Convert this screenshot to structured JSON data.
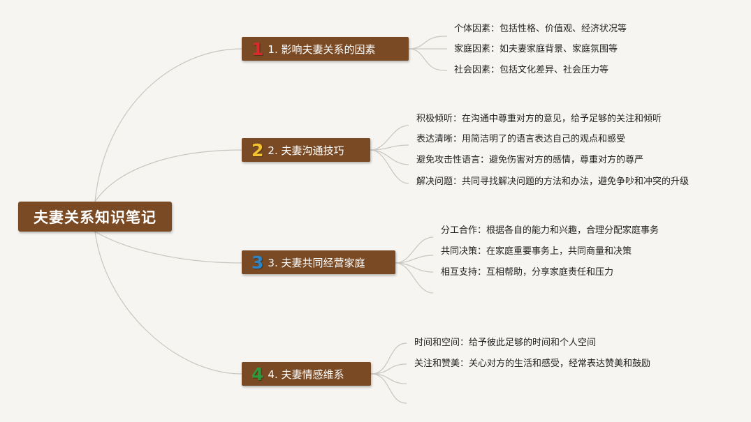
{
  "root": {
    "title": "夫妻关系知识笔记"
  },
  "branches": [
    {
      "number": "1",
      "number_color": "#d92b2b",
      "label": "1. 影响夫妻关系的因素",
      "items": [
        "个体因素：包括性格、价值观、经济状况等",
        "家庭因素：如夫妻家庭背景、家庭氛围等",
        "社会因素：包括文化差异、社会压力等"
      ]
    },
    {
      "number": "2",
      "number_color": "#f2c230",
      "label": "2. 夫妻沟通技巧",
      "items": [
        "积极倾听：在沟通中尊重对方的意见，给予足够的关注和倾听",
        "表达清晰：用简洁明了的语言表达自己的观点和感受",
        "避免攻击性语言：避免伤害对方的感情，尊重对方的尊严",
        "解决问题：共同寻找解决问题的方法和办法，避免争吵和冲突的升级"
      ]
    },
    {
      "number": "3",
      "number_color": "#2a86c9",
      "label": "3. 夫妻共同经营家庭",
      "items": [
        "分工合作：根据各自的能力和兴趣，合理分配家庭事务",
        "共同决策：在家庭重要事务上，共同商量和决策",
        "相互支持：互相帮助，分享家庭责任和压力",
        ""
      ]
    },
    {
      "number": "4",
      "number_color": "#2c9a3a",
      "label": "4. 夫妻情感维系",
      "items": [
        "时间和空间：给予彼此足够的时间和个人空间",
        "关注和赞美：关心对方的生活和感受，经常表达赞美和鼓励",
        "",
        ""
      ]
    }
  ]
}
